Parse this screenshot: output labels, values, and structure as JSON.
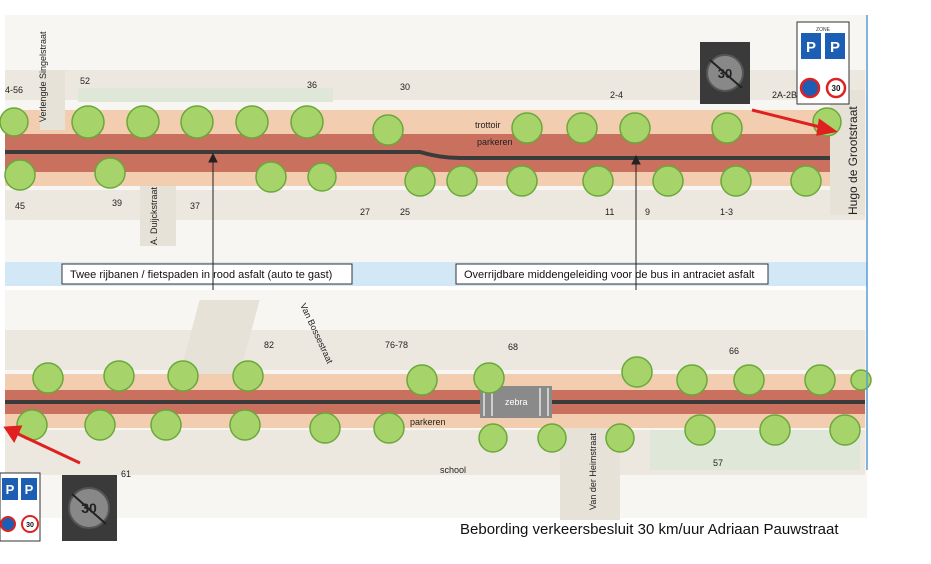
{
  "top_section": {
    "streets": {
      "verlengde_singelstraat": "Verlengde Singelstraat",
      "a_duijckstraat": "A. Duijckstraat",
      "hugo_de_grootstraat": "Hugo de Grootstraat"
    },
    "house_numbers": [
      "4-56",
      "52",
      "36",
      "30",
      "2-4",
      "2A-2B",
      "45",
      "39",
      "37",
      "27",
      "25",
      "11",
      "9",
      "1-3"
    ],
    "labels": {
      "trottoir": "trottoir",
      "parkeren": "parkeren"
    }
  },
  "callouts": {
    "left": "Twee  rijbanen / fietspaden  in rood asfalt (auto te gast)",
    "right": "Overrijdbare middengeleiding voor de bus in antraciet asfalt"
  },
  "bottom_section": {
    "streets": {
      "van_bossestraat": "Van Bossestraat",
      "van_der_heimstraat": "Van der Heimstraat"
    },
    "house_numbers": [
      "82",
      "76-78",
      "68",
      "66",
      "61",
      "57"
    ],
    "labels": {
      "zebra": "zebra",
      "parkeren": "parkeren",
      "school": "school"
    }
  },
  "signs": {
    "speed_limit": "30",
    "zone_label": "ZONE"
  },
  "caption": "Bebording verkeersbesluit 30 km/uur Adriaan Pauwstraat",
  "colors": {
    "red_asphalt": "#c9705f",
    "anthracite": "#3b3b3b",
    "parking_strip": "#f3cdb0",
    "tree": "#8cc63f",
    "band": "#d3e8f6",
    "arrow": "#e02020"
  }
}
